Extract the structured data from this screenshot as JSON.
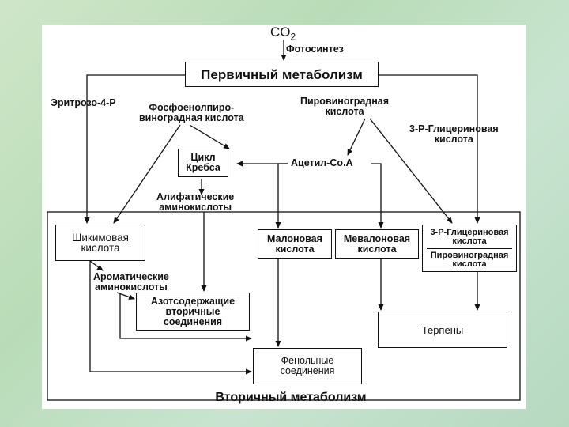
{
  "nodes": {
    "co2_main": "CO",
    "co2_sub": "2",
    "photosynthesis": "Фотосинтез",
    "primary": "Первичный метаболизм",
    "erythrose": "Эритрозо-4-Р",
    "pep": "Фосфоенолпиро-\nвиноградная кислота",
    "pyruvic": "Пировиноградная\nкислота",
    "pga": "3-Р-Глицериновая\nкислота",
    "krebs": "Цикл\nКребса",
    "acetyl": "Ацетил-Со.А",
    "aliphatic": "Алифатические\nаминокислоты",
    "shikimic": "Шикимовая\nкислота",
    "malonic": "Малоновая\nкислота",
    "mevalonic": "Мевалоновая\nкислота",
    "pga_box": "3-Р-Глицериновая\nкислота",
    "pyruvic_box": "Пировиноградная\nкислота",
    "aromatic": "Ароматические\nаминокислоты",
    "nitrogen": "Азотсодержащие\nвторичные\nсоединения",
    "terpenes": "Терпены",
    "phenolic": "Фенольные\nсоединения",
    "secondary": "Вторичный метаболизм"
  }
}
